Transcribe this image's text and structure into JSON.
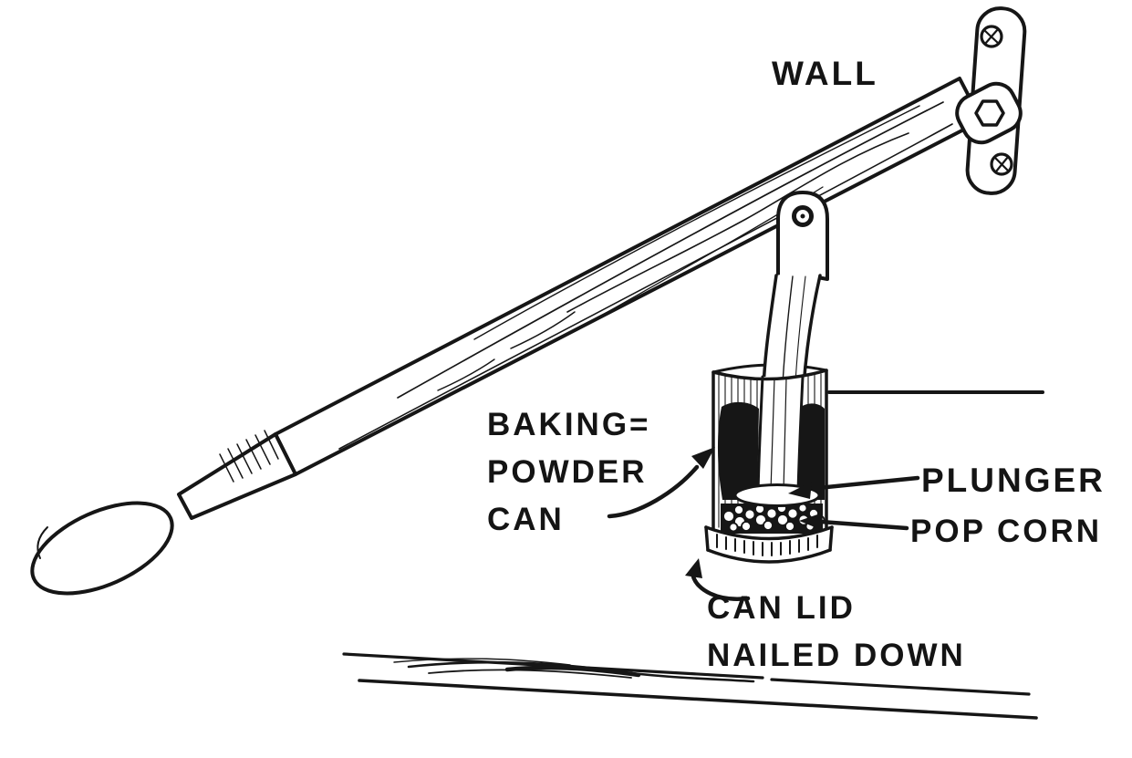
{
  "diagram": {
    "ink_color": "#161616",
    "background_color": "#ffffff",
    "labels": {
      "wall": "WALL",
      "baking_powder_can_line1": "BAKING=",
      "baking_powder_can_line2": "POWDER",
      "baking_powder_can_line3": "CAN",
      "plunger": "PLUNGER",
      "pop_corn": "POP CORN",
      "can_lid_line1": "CAN LID",
      "can_lid_line2": "NAILED DOWN"
    }
  }
}
